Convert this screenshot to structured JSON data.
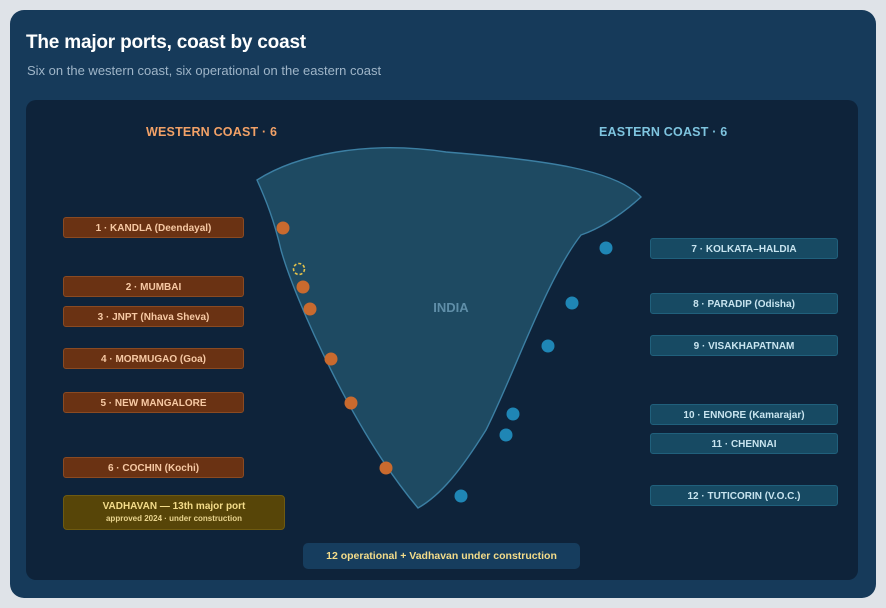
{
  "header": {
    "title": "The major ports, coast by coast",
    "subtitle": "Six on the western coast, six operational on the eastern coast"
  },
  "map": {
    "western_heading": "WESTERN COAST · 6",
    "eastern_heading": "EASTERN COAST · 6",
    "country_label": "INDIA"
  },
  "western_ports": [
    {
      "label": "1 · KANDLA (Deendayal)"
    },
    {
      "label": "2 · MUMBAI"
    },
    {
      "label": "3 · JNPT (Nhava Sheva)"
    },
    {
      "label": "4 · MORMUGAO (Goa)"
    },
    {
      "label": "5 · NEW MANGALORE"
    },
    {
      "label": "6 · COCHIN (Kochi)"
    }
  ],
  "eastern_ports": [
    {
      "label": "7 · KOLKATA–HALDIA"
    },
    {
      "label": "8 · PARADIP (Odisha)"
    },
    {
      "label": "9 · VISAKHAPATNAM"
    },
    {
      "label": "10 · ENNORE (Kamarajar)"
    },
    {
      "label": "11 · CHENNAI"
    },
    {
      "label": "12 · TUTICORIN (V.O.C.)"
    }
  ],
  "vadhavan": {
    "line1": "VADHAVAN — 13th major port",
    "line2": "approved 2024 · under construction"
  },
  "footer": "12 operational + Vadhavan under construction",
  "colors": {
    "west": "#c96a2e",
    "east": "#1f86b5",
    "vadhavan": "#e6c34a",
    "landmass": "#1e4a62"
  }
}
